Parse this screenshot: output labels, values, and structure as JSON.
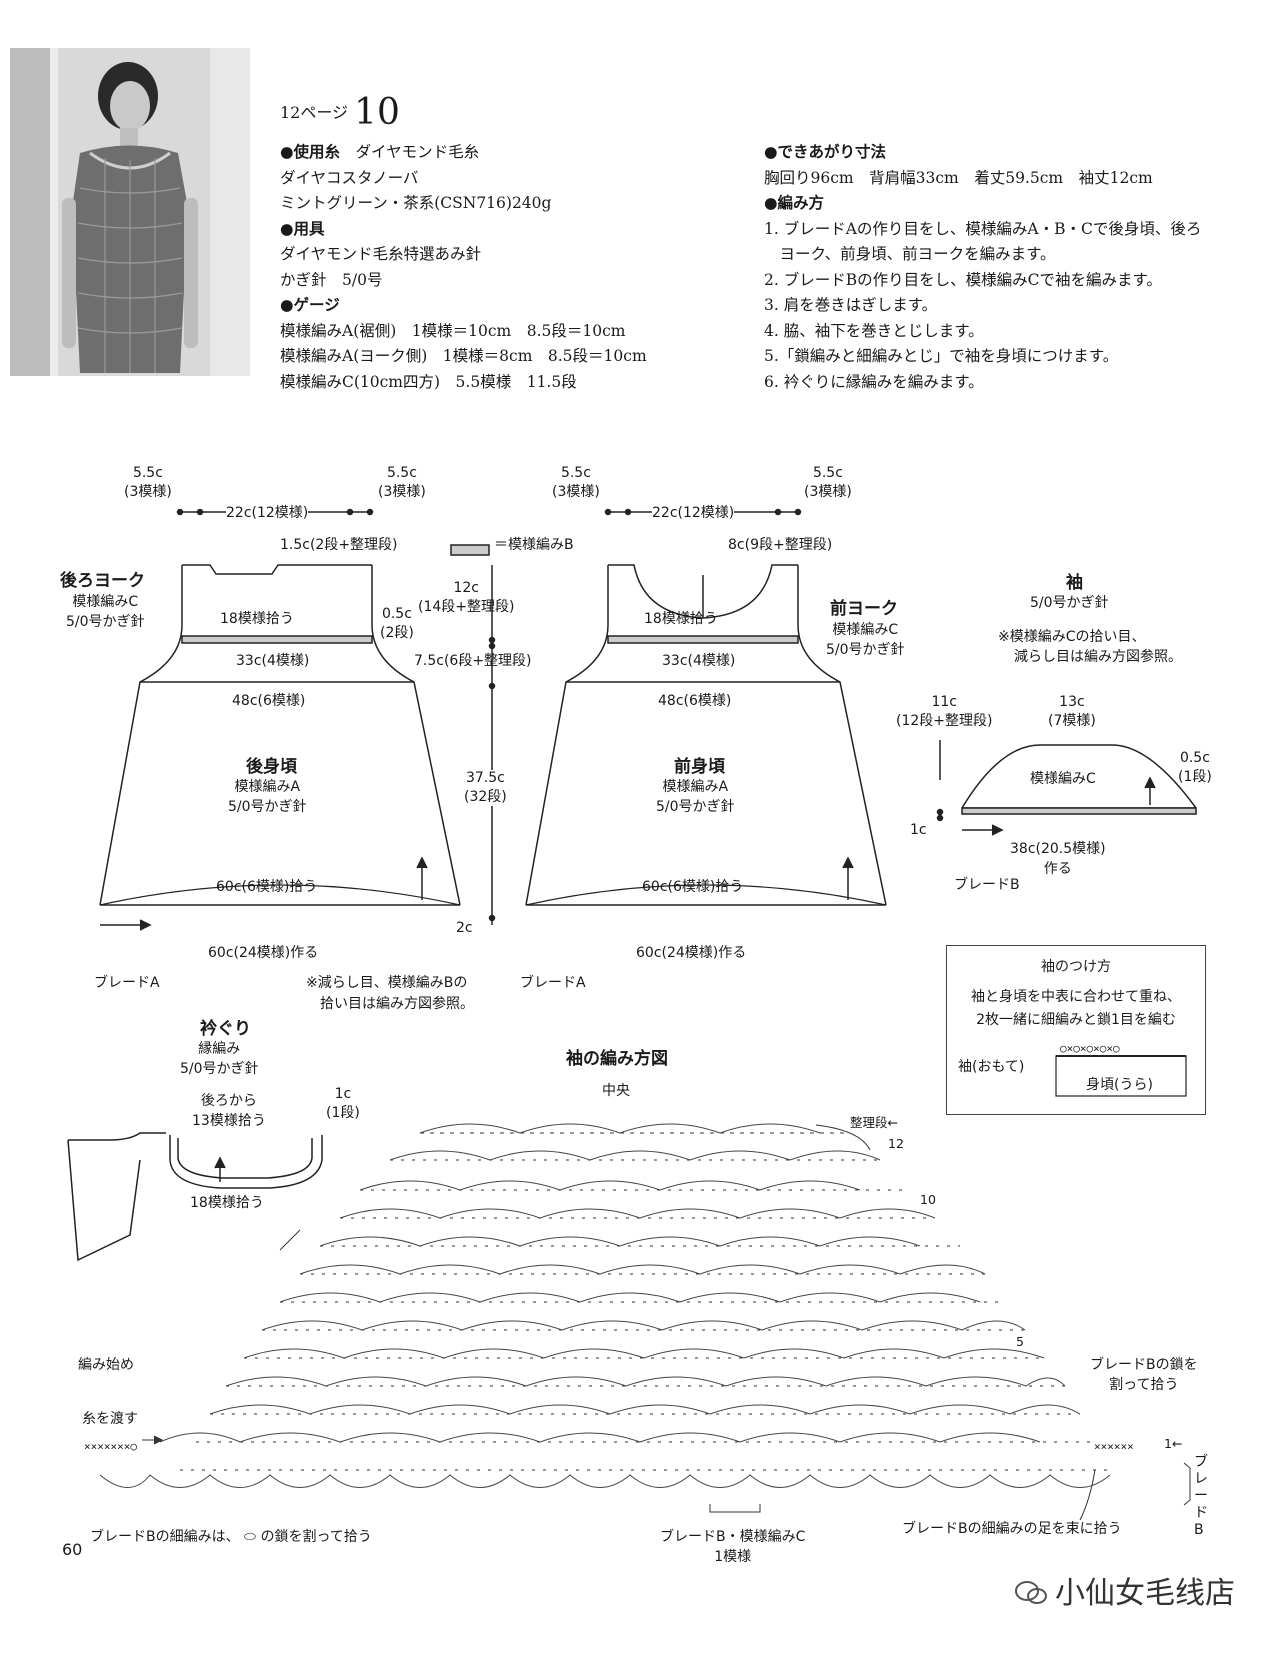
{
  "header": {
    "page_ref": "12ページ",
    "pattern_number": "10"
  },
  "materials": {
    "yarn_heading": "●使用糸",
    "yarn_brand": "ダイヤモンド毛糸",
    "yarn_name": "ダイヤコスタノーバ",
    "yarn_color": "ミントグリーン・茶系(CSN716)240g",
    "tools_heading": "●用具",
    "tools_1": "ダイヤモンド毛糸特選あみ針",
    "tools_2": "かぎ針　5/0号",
    "gauge_heading": "●ゲージ",
    "gauge_1": "模様編みA(裾側)　1模様＝10cm　8.5段＝10cm",
    "gauge_2": "模様編みA(ヨーク側)　1模様＝8cm　8.5段＝10cm",
    "gauge_3": "模様編みC(10cm四方)　5.5模様　11.5段"
  },
  "finished": {
    "heading": "●できあがり寸法",
    "sizes": "胸回り96cm　背肩幅33cm　着丈59.5cm　袖丈12cm"
  },
  "method": {
    "heading": "●編み方",
    "steps": [
      "1. ブレードAの作り目をし、模様編みA・B・Cで後身頃、後ろ",
      "　ヨーク、前身頃、前ヨークを編みます。",
      "2. ブレードBの作り目をし、模様編みCで袖を編みます。",
      "3. 肩を巻きはぎします。",
      "4. 脇、袖下を巻きとじします。",
      "5.「鎖編みと細編みとじ」で袖を身頃につけます。",
      "6. 衿ぐりに縁編みを編みます。"
    ]
  },
  "back": {
    "m_55c": "5.5c",
    "m_3pat": "(3模様)",
    "m_22c": "22c(12模様)",
    "m_15c": "1.5c(2段+整理段)",
    "yoke_title": "後ろヨーク",
    "yoke_pattern": "模様編みC",
    "yoke_hook": "5/0号かぎ針",
    "pick18": "18模様拾う",
    "m_33c": "33c(4模様)",
    "m_48c": "48c(6模様)",
    "body_title": "後身頃",
    "body_pattern": "模様編みA",
    "body_hook": "5/0号かぎ針",
    "pick60": "60c(6模様)拾う",
    "make60": "60c(24模様)作る",
    "braid_a": "ブレードA",
    "m_2c": "2c"
  },
  "center": {
    "legend": "＝模様編みB",
    "m_12c": "12c",
    "m_12c_sub": "(14段+整理段)",
    "m_05c": "0.5c",
    "m_05c_sub": "(2段)",
    "m_75c": "7.5c(6段+整理段)",
    "m_375c": "37.5c",
    "m_375c_sub": "(32段)",
    "note_1": "※減らし目、模様編みBの",
    "note_2": "拾い目は編み方図参照。"
  },
  "front": {
    "m_8c": "8c(9段+整理段)",
    "yoke_title": "前ヨーク",
    "yoke_pattern": "模様編みC",
    "yoke_hook": "5/0号かぎ針",
    "body_title": "前身頃"
  },
  "sleeve": {
    "title": "袖",
    "hook": "5/0号かぎ針",
    "note_1": "※模様編みCの拾い目、",
    "note_2": "減らし目は編み方図参照。",
    "m_11c": "11c",
    "m_11c_sub": "(12段+整理段)",
    "m_13c": "13c",
    "m_13c_sub": "(7模様)",
    "pattern": "模様編みC",
    "m_05c": "0.5c",
    "m_1row": "(1段)",
    "m_1c": "1c",
    "m_38c": "38c(20.5模様)",
    "make": "作る",
    "braid_b": "ブレードB"
  },
  "attach_box": {
    "title": "袖のつけ方",
    "line1": "袖と身頃を中表に合わせて重ね、",
    "line2": "2枚一緒に細編みと鎖1目を編む",
    "sleeve_label": "袖(おもて)",
    "body_label": "身頃(うら)",
    "stitches": "○×○×○×○×○"
  },
  "neck": {
    "title": "衿ぐり",
    "pattern": "縁編み",
    "hook": "5/0号かぎ針",
    "from_back": "後ろから",
    "pick13": "13模様拾う",
    "m_1c": "1c",
    "m_1row": "(1段)",
    "pick18": "18模様拾う"
  },
  "chart": {
    "title": "袖の編み方図",
    "center": "中央",
    "finishing_row": "整理段←",
    "row12": "12",
    "row10": "10",
    "row5": "5",
    "row1": "1←",
    "start": "編み始め",
    "pass_yarn": "糸を渡す",
    "braid_split_1": "ブレードBの鎖を",
    "braid_split_2": "割って拾う",
    "bottom_left_a": "ブレードBの細編みは、",
    "bottom_left_b": "の鎖を割って拾う",
    "bottom_center_1": "ブレードB・模様編みC",
    "bottom_center_2": "1模様",
    "bottom_right": "ブレードBの細編みの足を束に拾う",
    "braid_b_vertical": "ブレードB"
  },
  "footer": {
    "page_number": "60",
    "watermark": "小仙女毛线店"
  }
}
